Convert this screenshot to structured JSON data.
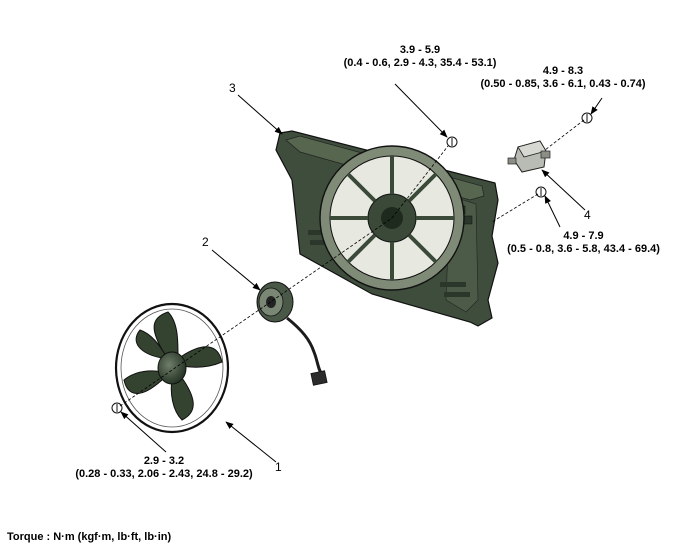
{
  "callouts": [
    {
      "id": "1",
      "text": "1"
    },
    {
      "id": "2",
      "text": "2"
    },
    {
      "id": "3",
      "text": "3"
    },
    {
      "id": "4",
      "text": "4"
    }
  ],
  "torques": {
    "t_shroud_bolt": {
      "value": "3.9 - 5.9",
      "sub": "(0.4 - 0.6, 2.9 - 4.3, 35.4 - 53.1)"
    },
    "t_resistor_upper": {
      "value": "4.9 - 8.3",
      "sub": "(0.50 - 0.85, 3.6 - 6.1, 0.43 - 0.74)"
    },
    "t_resistor_lower": {
      "value": "4.9 - 7.9",
      "sub": "(0.5 - 0.8, 3.6 - 5.8, 43.4 - 69.4)"
    },
    "t_fan_nut": {
      "value": "2.9 - 3.2",
      "sub": "(0.28 - 0.33, 2.06 - 2.43, 24.8 - 29.2)"
    }
  },
  "footer": "Torque : N·m (kgf·m, lb·ft, lb·in)"
}
